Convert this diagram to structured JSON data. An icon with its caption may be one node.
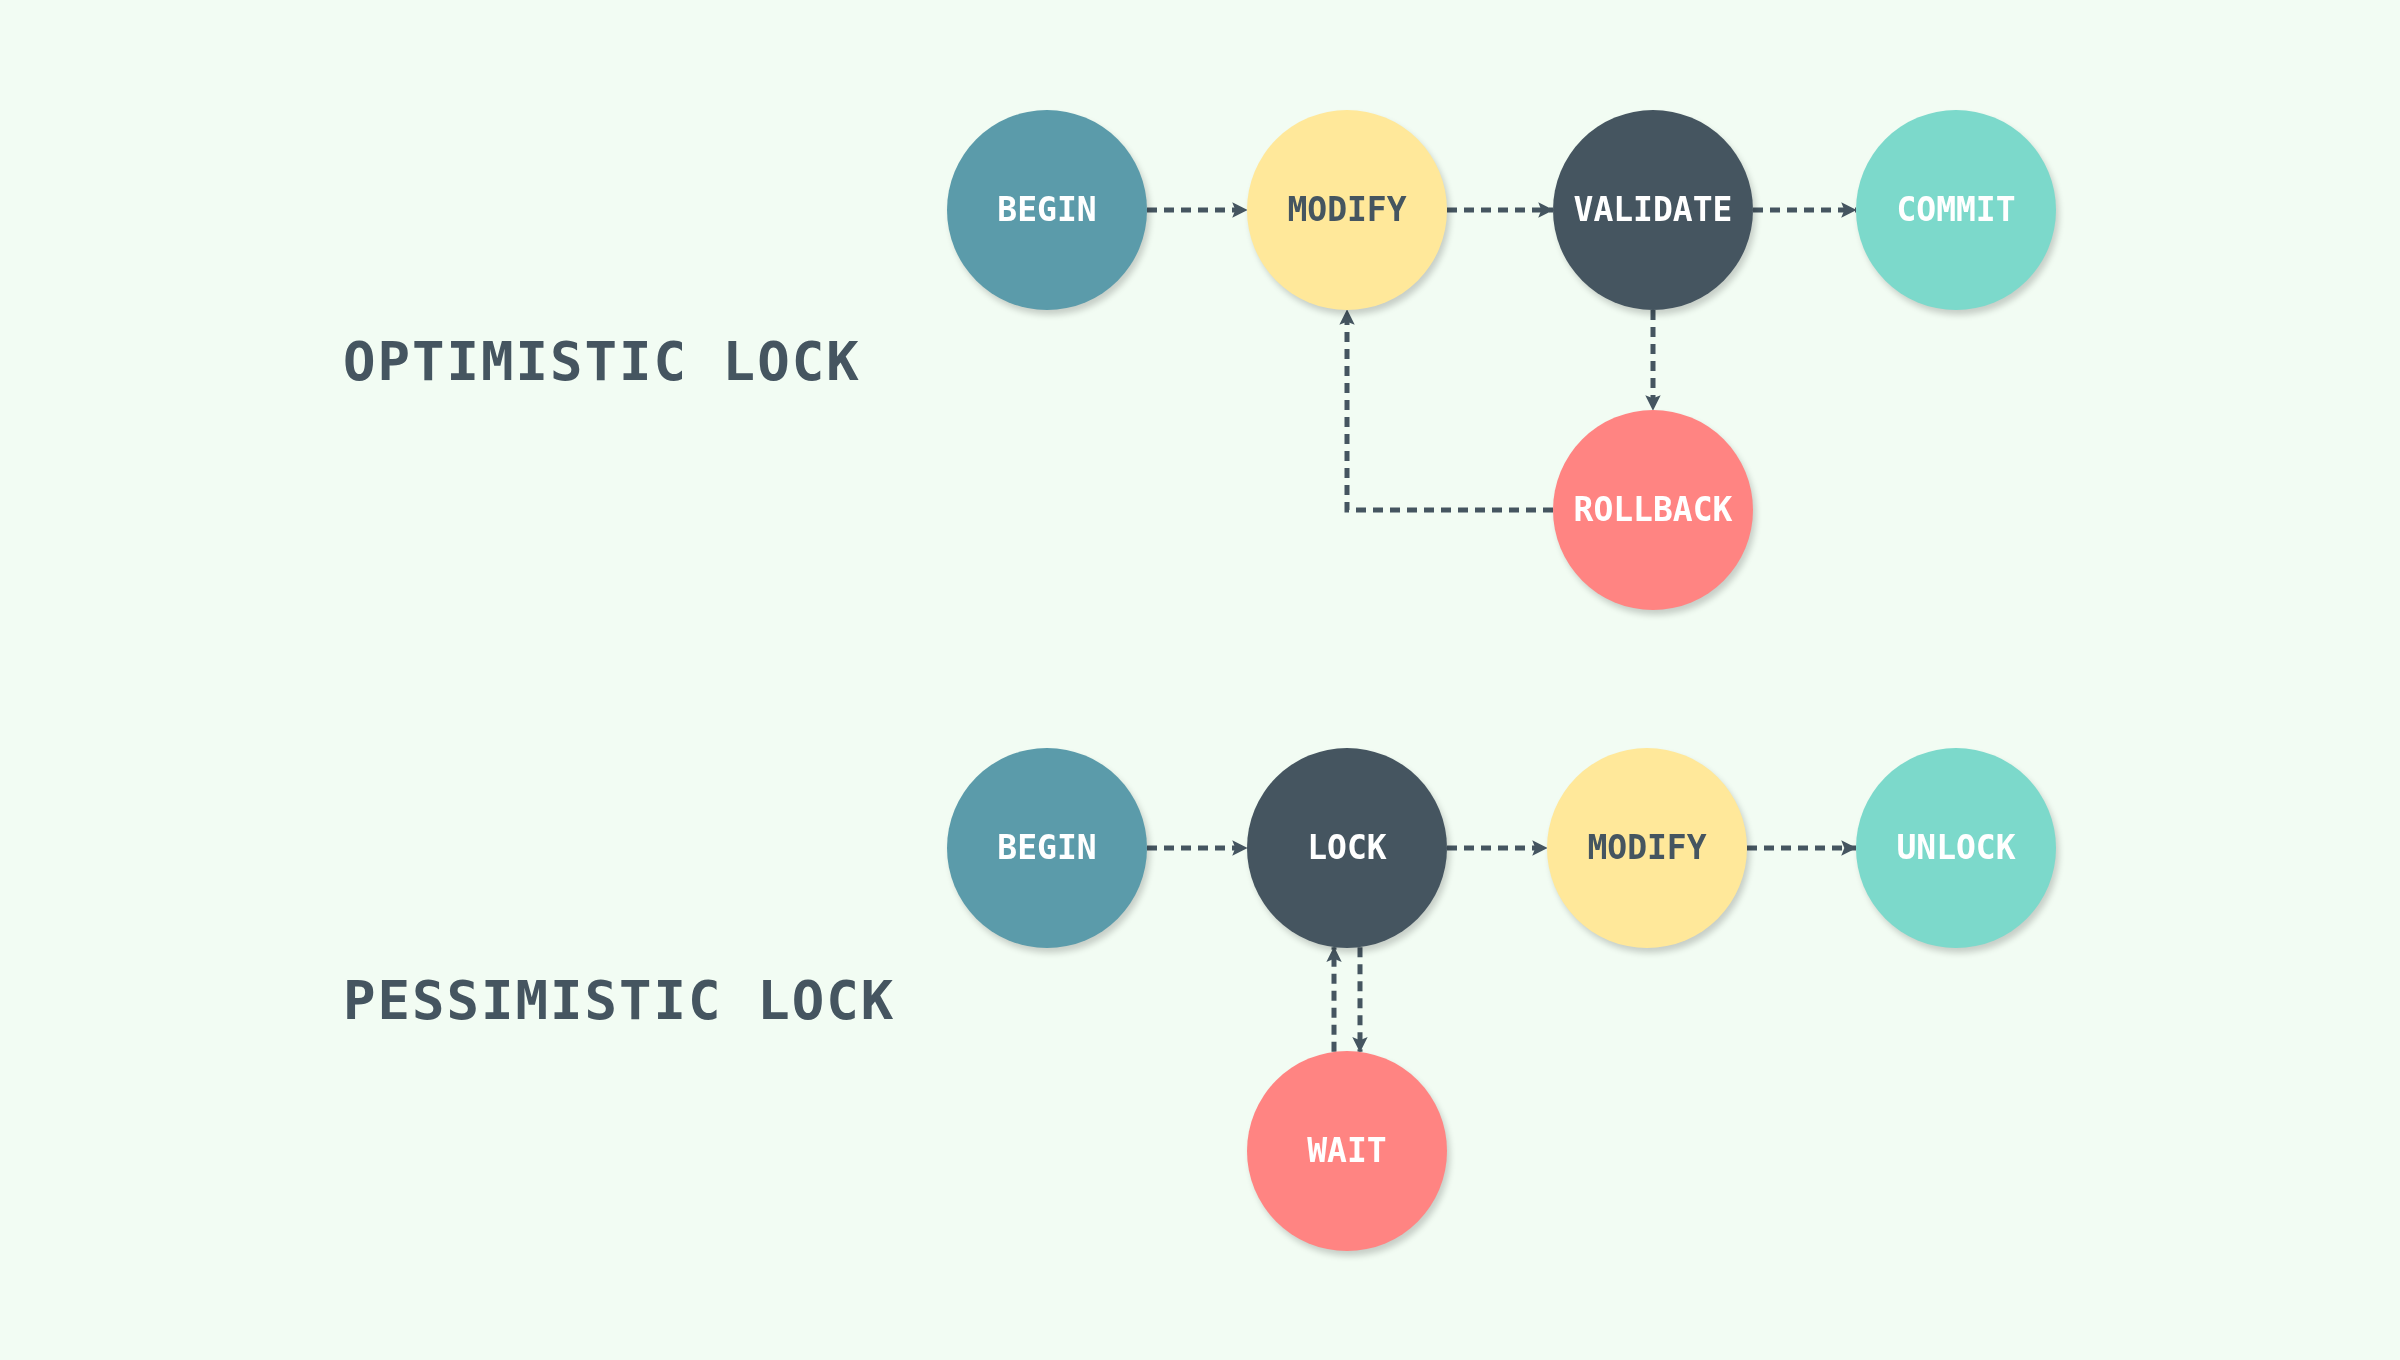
{
  "diagram": {
    "nodes": [
      {
        "text": [
          "BEGIN"
        ]
      },
      {
        "text": [
          "MODIFY"
        ]
      },
      {
        "text": [
          "VALIDATE"
        ]
      },
      {
        "text": [
          "COMMIT"
        ]
      },
      {
        "text": [
          "ROLLBACK"
        ]
      },
      {
        "text": [
          "BEGIN"
        ]
      },
      {
        "text": [
          "LOCK"
        ]
      },
      {
        "text": [
          "MODIFY"
        ]
      },
      {
        "text": [
          "UNLOCK"
        ]
      },
      {
        "text": [
          "WAIT"
        ]
      }
    ],
    "edges": [
      {
        "from": 0,
        "to": 1,
        "arrow": "to",
        "style": "dashed"
      },
      {
        "from": 1,
        "to": 2,
        "arrow": "to",
        "style": "dashed"
      },
      {
        "from": 2,
        "to": 3,
        "arrow": "to",
        "style": "dashed"
      },
      {
        "from": 2,
        "to": 4,
        "arrow": "to",
        "style": "dashed"
      },
      {
        "from": 4,
        "to": 1,
        "arrow": "to",
        "style": "dashed"
      },
      {
        "from": 5,
        "to": 6,
        "arrow": "to",
        "style": "dashed"
      },
      {
        "from": 6,
        "to": 7,
        "arrow": "to",
        "style": "dashed"
      },
      {
        "from": 7,
        "to": 8,
        "arrow": "to",
        "style": "dashed"
      },
      {
        "from": 9,
        "to": 6,
        "arrow": "to",
        "style": "dashed"
      },
      {
        "from": 6,
        "to": 9,
        "arrow": "to",
        "style": "dashed"
      }
    ],
    "labels": [
      "OPTIMISTIC LOCK",
      "PESSIMISTIC LOCK"
    ]
  }
}
